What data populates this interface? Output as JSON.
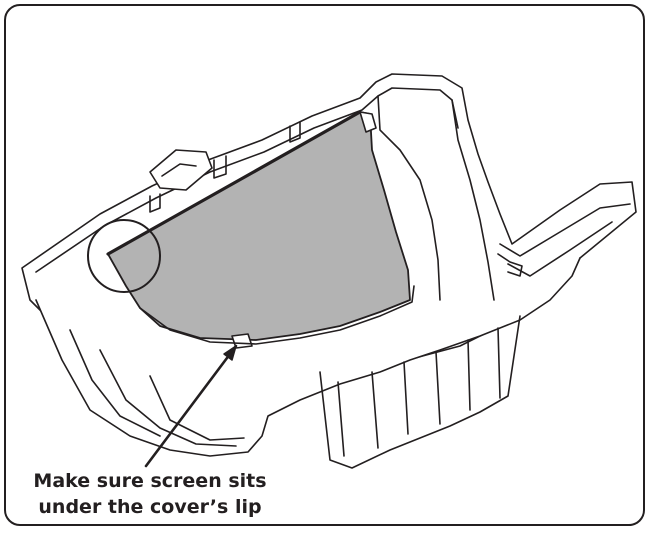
{
  "caption": {
    "line1": "Make sure screen sits",
    "line2": "under the cover’s lip"
  },
  "colors": {
    "outline": "#231f20",
    "screen_fill": "#b3b3b3",
    "body_fill": "#ffffff",
    "frame_border": "#231f20"
  },
  "icons": [
    "callout-circle",
    "leader-arrow"
  ]
}
